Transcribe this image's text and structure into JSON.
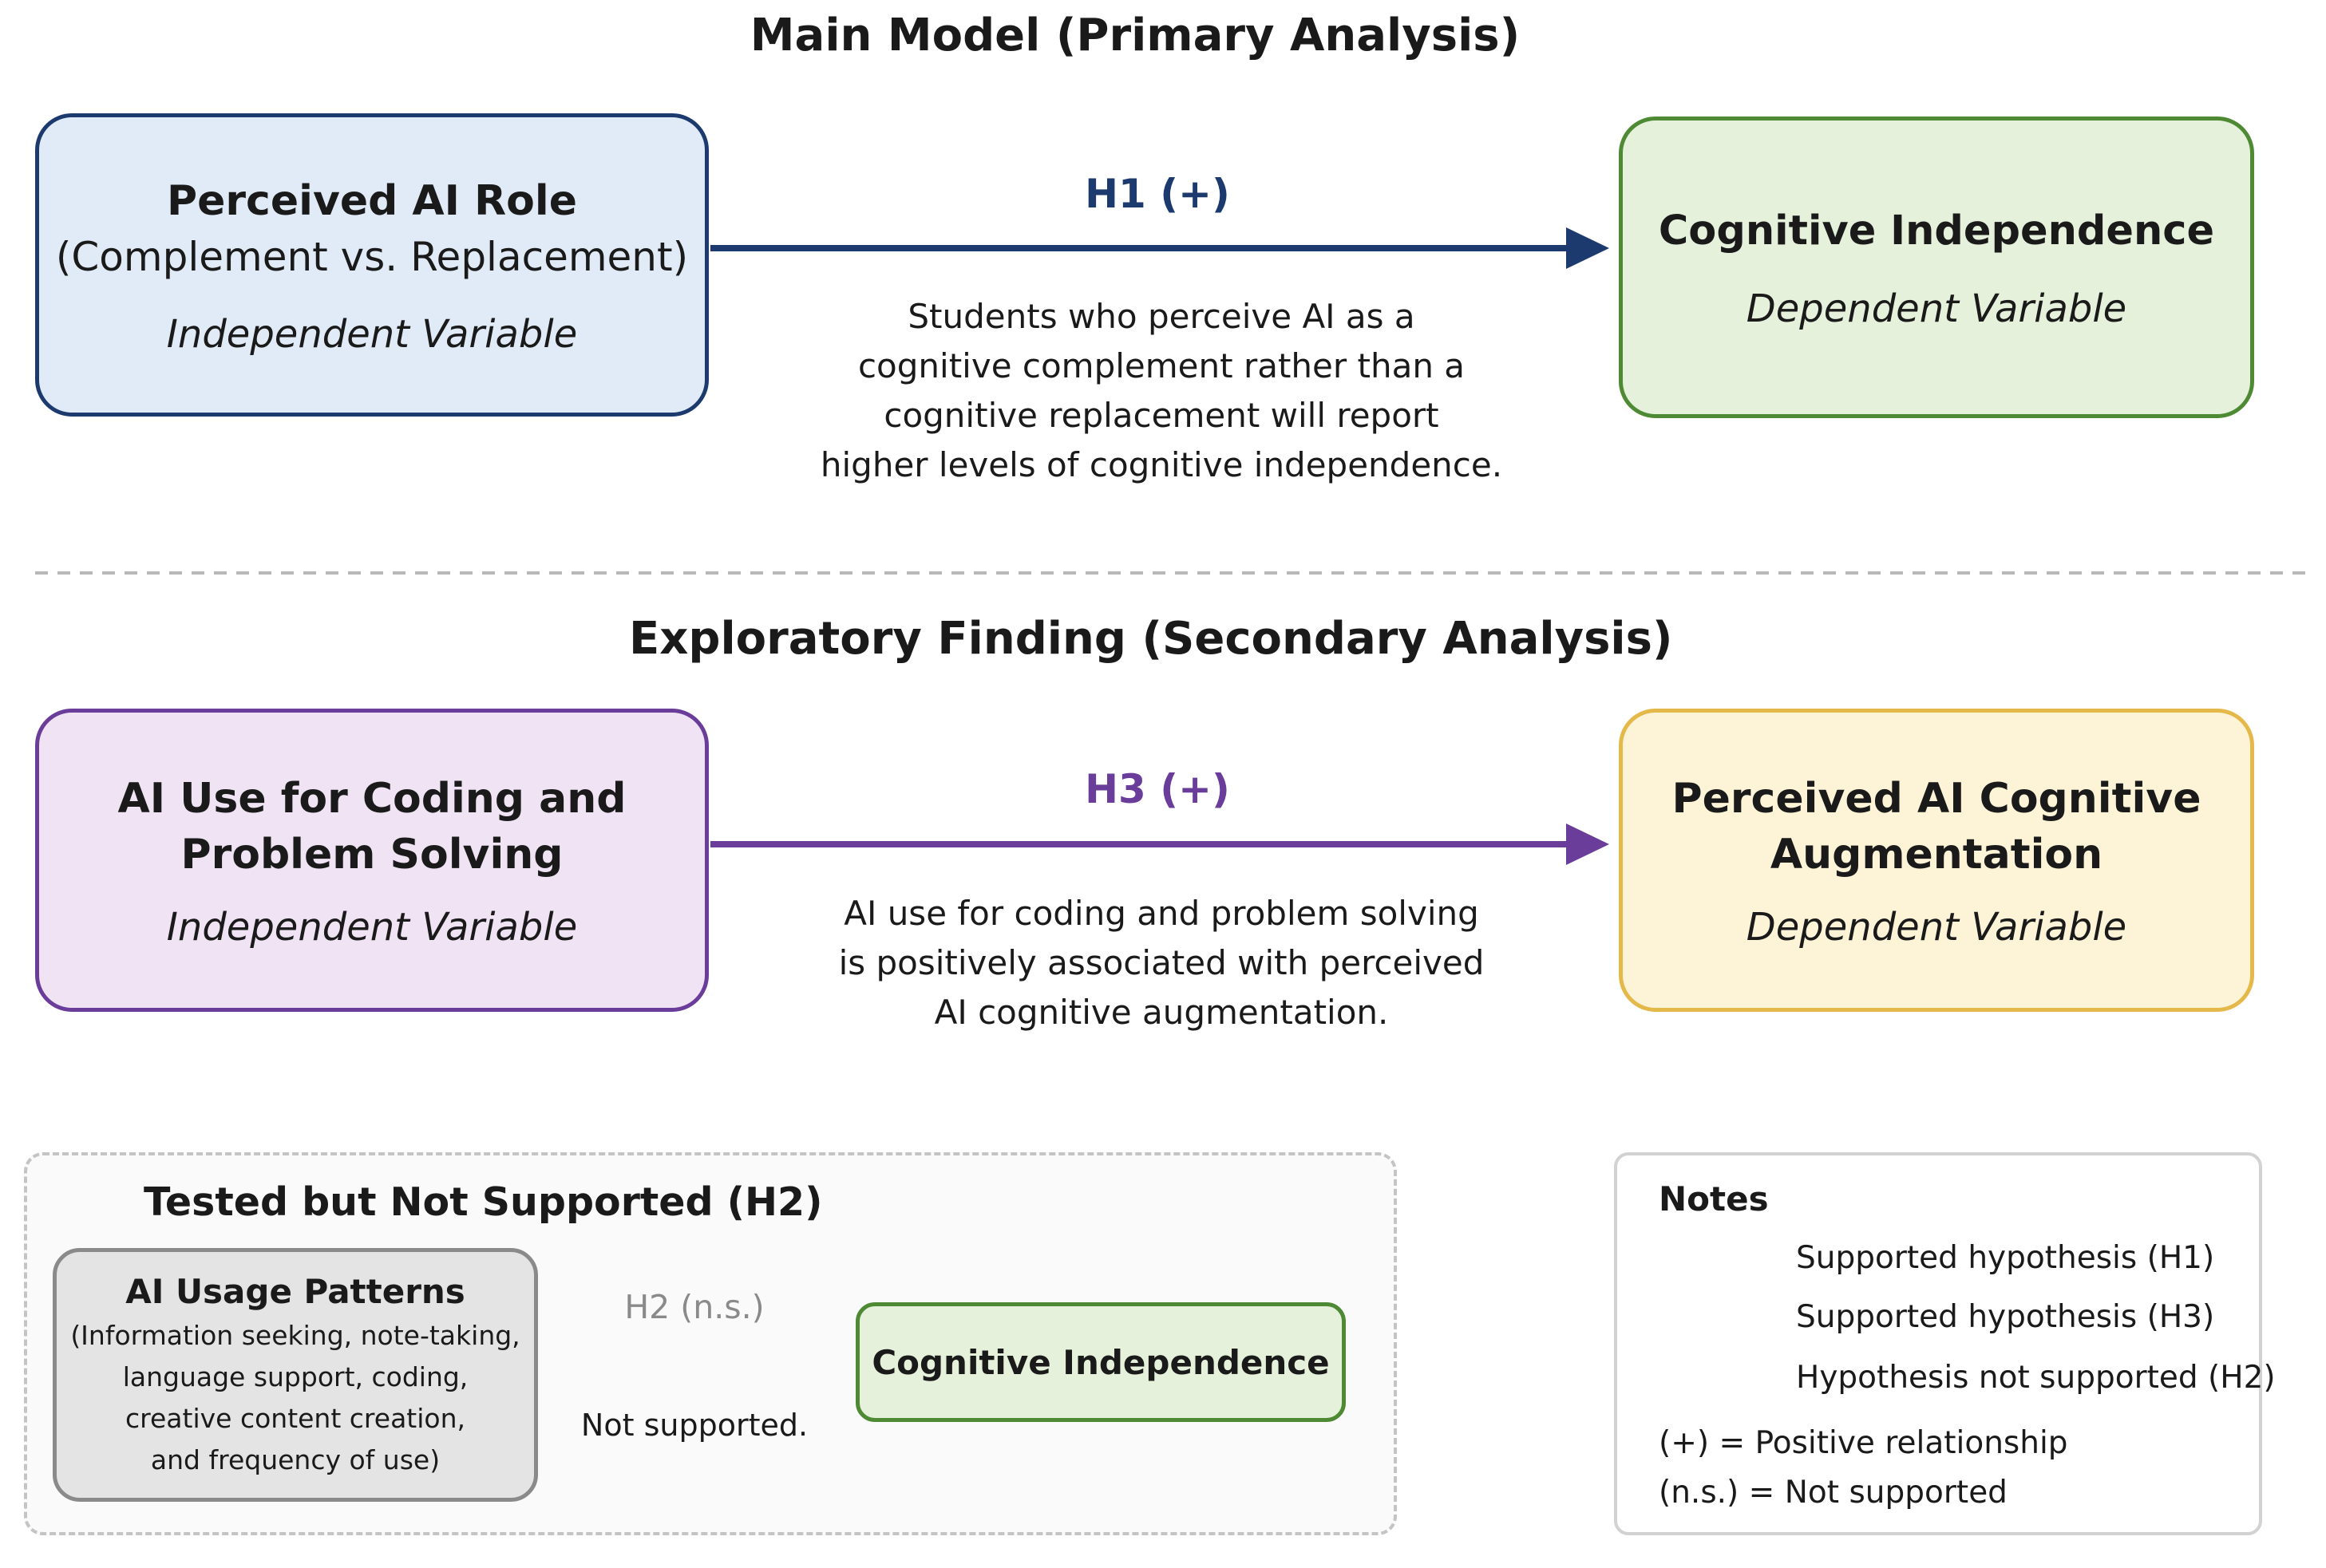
{
  "main": {
    "title": "Main Model (Primary Analysis)",
    "iv": {
      "title": "Perceived AI Role",
      "subtitle": "(Complement vs. Replacement)",
      "role": "Independent Variable"
    },
    "dv": {
      "title": "Cognitive Independence",
      "role": "Dependent Variable"
    },
    "hypothesis": {
      "label": "H1 (+)",
      "lines": [
        "Students who perceive AI as a",
        "cognitive complement rather than a",
        "cognitive replacement will report",
        "higher levels of cognitive independence."
      ]
    }
  },
  "exploratory": {
    "title": "Exploratory Finding (Secondary Analysis)",
    "iv": {
      "title_lines": [
        "AI Use for Coding and",
        "Problem Solving"
      ],
      "role": "Independent Variable"
    },
    "dv": {
      "title_lines": [
        "Perceived AI Cognitive",
        "Augmentation"
      ],
      "role": "Dependent Variable"
    },
    "hypothesis": {
      "label": "H3 (+)",
      "lines": [
        "AI use for coding and problem solving",
        "is positively associated with perceived",
        "AI cognitive augmentation."
      ]
    }
  },
  "not_supported": {
    "title": "Tested but Not Supported (H2)",
    "iv": {
      "title": "AI Usage Patterns",
      "lines": [
        "(Information seeking, note-taking,",
        "language support, coding,",
        "creative content creation,",
        "and frequency of use)"
      ]
    },
    "dv": {
      "title": "Cognitive Independence"
    },
    "hypothesis": {
      "label": "H2 (n.s.)",
      "note": "Not supported."
    }
  },
  "notes": {
    "title": "Notes",
    "legend": [
      {
        "label": "Supported hypothesis (H1)",
        "style": "solid",
        "color": "#1c3a6e"
      },
      {
        "label": "Supported hypothesis (H3)",
        "style": "solid",
        "color": "#6a3d9a"
      },
      {
        "label": "Hypothesis not supported (H2)",
        "style": "dashed",
        "color": "#a8a8a8"
      }
    ],
    "definitions": [
      "(+) = Positive relationship",
      "(n.s.) = Not supported"
    ]
  },
  "colors": {
    "h1": "#1c3a6e",
    "h3": "#6a3d9a",
    "h2": "#a8a8a8",
    "blue_fill": "#e1ebf7",
    "blue_border": "#1c3a6e",
    "green_fill": "#e6f1dc",
    "green_border": "#4e8a34",
    "purple_fill": "#f0e3f4",
    "purple_border": "#6a3d9a",
    "yellow_fill": "#fdf4d8",
    "yellow_border": "#e5b84a",
    "gray_fill": "#e4e4e4",
    "gray_border": "#8a8a8a"
  }
}
